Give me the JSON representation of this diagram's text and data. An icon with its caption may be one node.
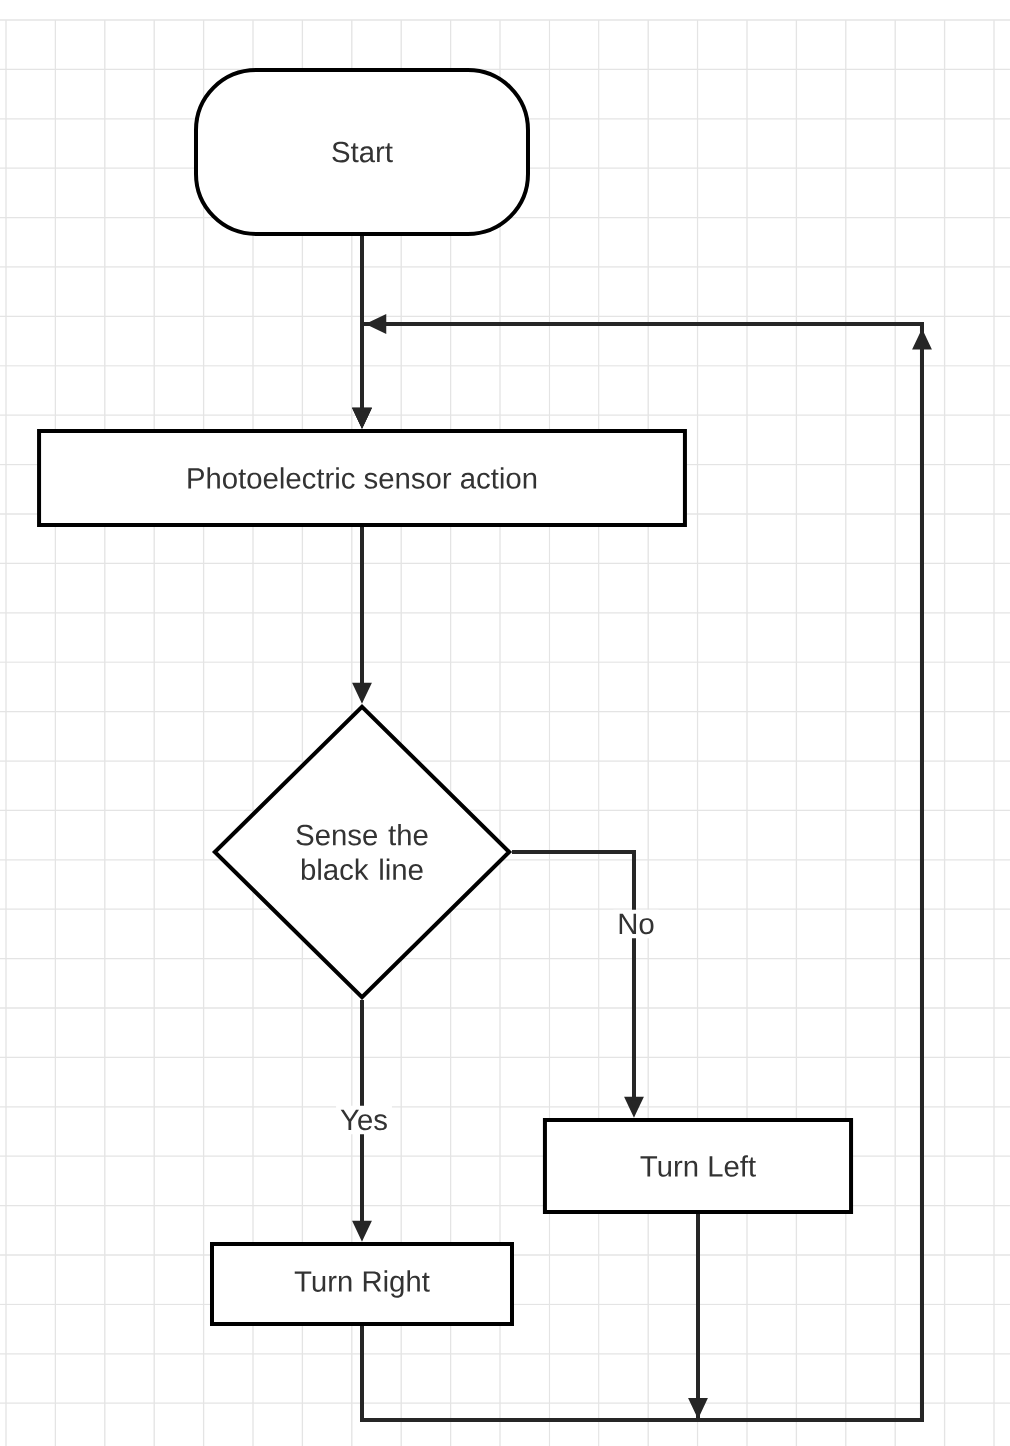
{
  "diagram": {
    "nodes": [
      {
        "text": [
          "Start"
        ]
      },
      {
        "text": [
          "Photoelectric sensor action"
        ]
      },
      {
        "text": [
          "Sense the black line"
        ]
      },
      {
        "text": [
          "Turn Left"
        ]
      },
      {
        "text": [
          "Turn Right"
        ]
      }
    ],
    "edges": [
      {
        "from": 0,
        "to": 1,
        "arrow": "to"
      },
      {
        "from": 1,
        "to": 2,
        "arrow": "to"
      },
      {
        "from": 2,
        "to": 3,
        "arrow": "to",
        "label": "No"
      },
      {
        "from": 2,
        "to": 4,
        "arrow": "to",
        "label": "Yes"
      },
      {
        "from": 3,
        "to": 1,
        "arrow": "to"
      },
      {
        "from": 4,
        "to": 1,
        "arrow": "to"
      }
    ]
  }
}
